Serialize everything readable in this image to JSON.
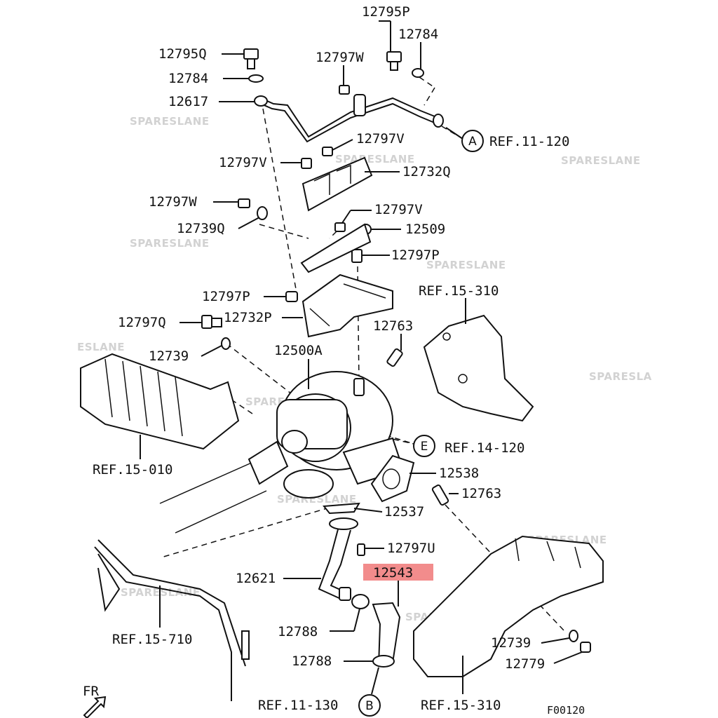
{
  "watermark": "SPARESLANE",
  "watermark_edge_left": "ESLANE",
  "watermark_edge_right": "SPARESLA",
  "highlight_color": "#f28c8c",
  "figure_code": "F00120",
  "direction_label": "FR",
  "callouts": {
    "A": "A",
    "B": "B",
    "E": "E"
  },
  "labels": {
    "p12795P": "12795P",
    "p12784_top": "12784",
    "p12795Q": "12795Q",
    "p12784_left": "12784",
    "p12797W_top": "12797W",
    "p12617": "12617",
    "refA": "REF.11-120",
    "p12797V_a": "12797V",
    "p12797V_b": "12797V",
    "p12732Q": "12732Q",
    "p12797W_left": "12797W",
    "p12797V_c": "12797V",
    "p12739Q": "12739Q",
    "p12509": "12509",
    "p12797P_a": "12797P",
    "ref15310_top": "REF.15-310",
    "p12797P_b": "12797P",
    "p12732P": "12732P",
    "p12797Q": "12797Q",
    "p12763_a": "12763",
    "p12739_left": "12739",
    "p12500A": "12500A",
    "refE": "REF.14-120",
    "p12538": "12538",
    "ref15010": "REF.15-010",
    "p12763_b": "12763",
    "p12537": "12537",
    "p12797U": "12797U",
    "p12621": "12621",
    "p12543": "12543",
    "p12788_a": "12788",
    "ref15710": "REF.15-710",
    "p12739_right": "12739",
    "p12788_b": "12788",
    "p12779": "12779",
    "refB": "REF.11-130",
    "ref15310_bottom": "REF.15-310"
  }
}
